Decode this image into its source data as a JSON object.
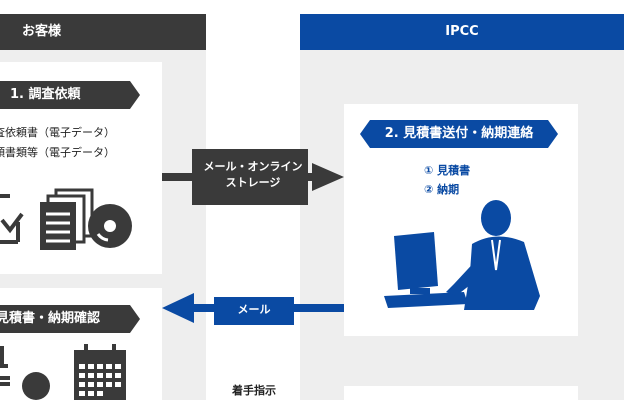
{
  "customer": {
    "header": "お客様",
    "step1": {
      "title": "1. 調査依頼",
      "lines": [
        "査依頼書（電子データ）",
        "類書類等（電子データ）"
      ]
    },
    "step3": {
      "title": "見積書・納期確認"
    }
  },
  "ipcc": {
    "header": "IPCC",
    "step2": {
      "title": "2. 見積書送付・納期連絡",
      "items": [
        "① 見積書",
        "② 納期"
      ]
    }
  },
  "connectors": {
    "to_ipcc": [
      "メール・オンライン",
      "ストレージ"
    ],
    "to_customer": "メール",
    "start": "着手指示"
  },
  "colors": {
    "navy": "#0a4aa3",
    "dark": "#3a3a3a",
    "panel": "#eeeeee"
  }
}
